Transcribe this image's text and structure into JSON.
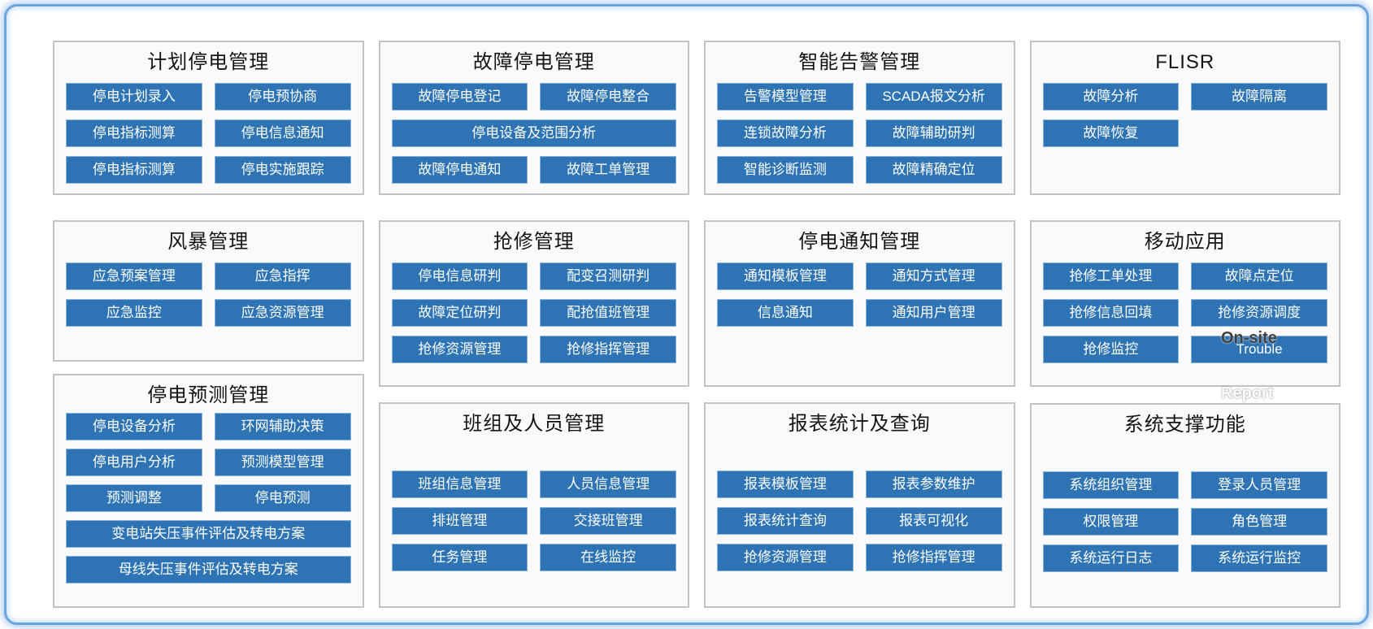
{
  "colors": {
    "button_blue": "#2E74B5",
    "button_text": "#FFFFFF",
    "panel_background": "#FAFAFA",
    "panel_border": "#C3C3C3",
    "frame_blue": "#6AA5DD",
    "title_text": "#141414"
  },
  "columns": [
    {
      "panels": [
        {
          "id": "planned-outage-mgmt",
          "title": "计划停电管理",
          "buttons": [
            {
              "label": "停电计划录入"
            },
            {
              "label": "停电预协商"
            },
            {
              "label": "停电指标测算"
            },
            {
              "label": "停电信息通知"
            },
            {
              "label": "停电指标测算"
            },
            {
              "label": "停电实施跟踪"
            }
          ]
        },
        {
          "id": "storm-mgmt",
          "title": "风暴管理",
          "buttons": [
            {
              "label": "应急预案管理"
            },
            {
              "label": "应急指挥"
            },
            {
              "label": "应急监控"
            },
            {
              "label": "应急资源管理"
            }
          ]
        },
        {
          "id": "outage-forecast-mgmt",
          "title": "停电预测管理",
          "buttons": [
            {
              "label": "停电设备分析"
            },
            {
              "label": "环网辅助决策"
            },
            {
              "label": "停电用户分析"
            },
            {
              "label": "预测模型管理"
            },
            {
              "label": "预测调整"
            },
            {
              "label": "停电预测"
            },
            {
              "label": "变电站失压事件评估及转电方案",
              "wide": true
            },
            {
              "label": "母线失压事件评估及转电方案",
              "wide": true
            }
          ]
        }
      ]
    },
    {
      "panels": [
        {
          "id": "fault-outage-mgmt",
          "title": "故障停电管理",
          "buttons": [
            {
              "label": "故障停电登记"
            },
            {
              "label": "故障停电整合"
            },
            {
              "label": "停电设备及范围分析",
              "wide": true
            },
            {
              "label": "故障停电通知"
            },
            {
              "label": "故障工单管理"
            }
          ]
        },
        {
          "id": "repair-mgmt",
          "title": "抢修管理",
          "buttons": [
            {
              "label": "停电信息研判"
            },
            {
              "label": "配变召测研判"
            },
            {
              "label": "故障定位研判"
            },
            {
              "label": "配抢值班管理"
            },
            {
              "label": "抢修资源管理"
            },
            {
              "label": "抢修指挥管理"
            }
          ]
        },
        {
          "id": "team-personnel-mgmt",
          "title": "班组及人员管理",
          "buttons": [
            {
              "label": "班组信息管理"
            },
            {
              "label": "人员信息管理"
            },
            {
              "label": "排班管理"
            },
            {
              "label": "交接班管理"
            },
            {
              "label": "任务管理"
            },
            {
              "label": "在线监控"
            }
          ]
        }
      ]
    },
    {
      "panels": [
        {
          "id": "smart-alarm-mgmt",
          "title": "智能告警管理",
          "buttons": [
            {
              "label": "告警模型管理"
            },
            {
              "label": "SCADA报文分析"
            },
            {
              "label": "连锁故障分析"
            },
            {
              "label": "故障辅助研判"
            },
            {
              "label": "智能诊断监测"
            },
            {
              "label": "故障精确定位"
            }
          ]
        },
        {
          "id": "outage-notice-mgmt",
          "title": "停电通知管理",
          "buttons": [
            {
              "label": "通知模板管理"
            },
            {
              "label": "通知方式管理"
            },
            {
              "label": "信息通知"
            },
            {
              "label": "通知用户管理"
            }
          ]
        },
        {
          "id": "report-stats-query",
          "title": "报表统计及查询",
          "buttons": [
            {
              "label": "报表模板管理"
            },
            {
              "label": "报表参数维护"
            },
            {
              "label": "报表统计查询"
            },
            {
              "label": "报表可视化"
            },
            {
              "label": "抢修资源管理"
            },
            {
              "label": "抢修指挥管理"
            }
          ]
        }
      ]
    },
    {
      "panels": [
        {
          "id": "flisr",
          "title": "FLISR",
          "buttons": [
            {
              "label": "故障分析"
            },
            {
              "label": "故障隔离"
            },
            {
              "label": "故障恢复"
            }
          ]
        },
        {
          "id": "mobile-app",
          "title": "移动应用",
          "buttons": [
            {
              "label": "抢修工单处理"
            },
            {
              "label": "故障点定位"
            },
            {
              "label": "抢修信息回填"
            },
            {
              "label": "抢修资源调度"
            },
            {
              "label": "抢修监控"
            },
            {
              "label": "Trouble"
            }
          ]
        },
        {
          "id": "system-support",
          "title": "系统支撑功能",
          "buttons": [
            {
              "label": "系统组织管理"
            },
            {
              "label": "登录人员管理"
            },
            {
              "label": "权限管理"
            },
            {
              "label": "角色管理"
            },
            {
              "label": "系统运行日志"
            },
            {
              "label": "系统运行监控"
            }
          ]
        }
      ]
    }
  ],
  "overlays": {
    "on_site": "On-site",
    "report": "Report"
  }
}
